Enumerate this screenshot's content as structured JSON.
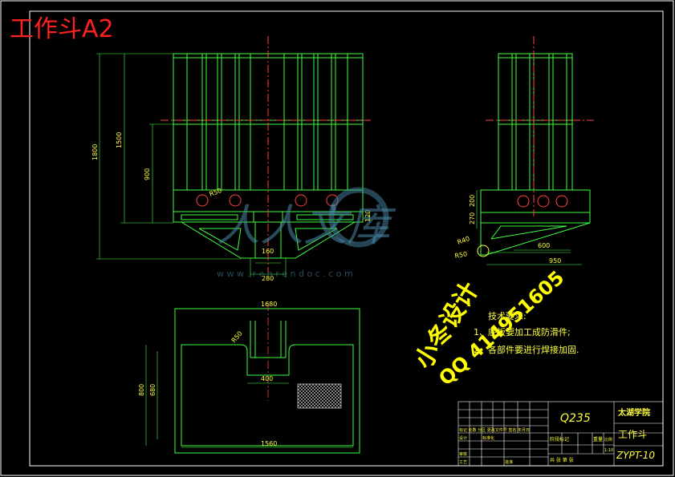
{
  "sheet_title": "工作斗A2",
  "dimensions": {
    "front_height_total": "1800",
    "front_height_upper": "1500",
    "front_height_mid": "900",
    "front_hole_radius": "R50",
    "front_bottom_120": "120",
    "front_bracket_160": "160",
    "front_bracket_280": "280",
    "side_200": "200",
    "side_270": "270",
    "side_600": "600",
    "side_950": "950",
    "side_r40": "R40",
    "side_r50": "R50",
    "plan_width_top": "1680",
    "plan_width_bottom": "1560",
    "plan_height_outer": "800",
    "plan_height_inner": "680",
    "plan_notch_width": "400",
    "plan_notch_radius": "R50"
  },
  "notes": {
    "heading": "技术要求:",
    "line1": "1、底板要加工成防滑件;",
    "line2": "2、各部件要进行焊接加固."
  },
  "promo": {
    "line1": "小冬设计",
    "line2": "QQ 414951605"
  },
  "watermark": {
    "logo_text": "人人文库",
    "url": "w w w . r e n r e n d o c . c o m"
  },
  "title_block": {
    "material": "Q235",
    "school": "太湖学院",
    "part_name": "工作斗",
    "drawing_number": "ZYPT-10",
    "scale": "1:10",
    "sheet": "共 张 第 张",
    "sheet_short": "共 张",
    "col_stage": "阶段标记",
    "col_weight": "重量",
    "col_scale": "比例",
    "row_mark": "标记 处数 分区 更改文件号 签名 年月日",
    "designer": "设计",
    "standard": "标准化",
    "reviewer": "审核",
    "process": "工艺",
    "approve": "批准"
  }
}
